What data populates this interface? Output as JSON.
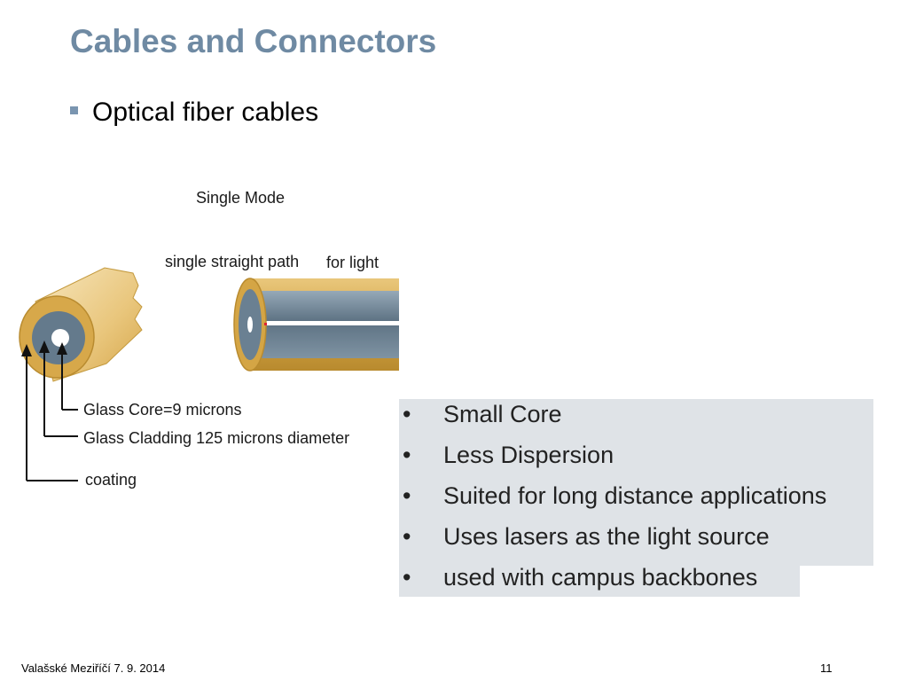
{
  "slide": {
    "title": "Cables and Connectors",
    "bullet": "Optical fiber cables"
  },
  "diagram": {
    "mode_label": "Single Mode",
    "path_label_1": "single straight path",
    "path_label_2": "for light",
    "core_label": "Glass Core=9 microns",
    "cladding_label": "Glass Cladding 125 microns diameter",
    "coating_label": "coating"
  },
  "features": [
    {
      "bullet": "•",
      "text": "Small Core"
    },
    {
      "bullet": "•",
      "text": "Less Dispersion"
    },
    {
      "bullet": "•",
      "text": "Suited for long distance applications"
    },
    {
      "bullet": "•",
      "text": "Uses lasers as the light source"
    },
    {
      "bullet": "•",
      "text": "used with campus backbones"
    }
  ],
  "footer": {
    "left": "Valašské Meziříčí 7. 9. 2014",
    "page_number": "11"
  },
  "colors": {
    "title": "#6f8aa3",
    "coating": "#d2a84a",
    "cladding": "#6f8497",
    "panel": "#dfe3e7"
  }
}
